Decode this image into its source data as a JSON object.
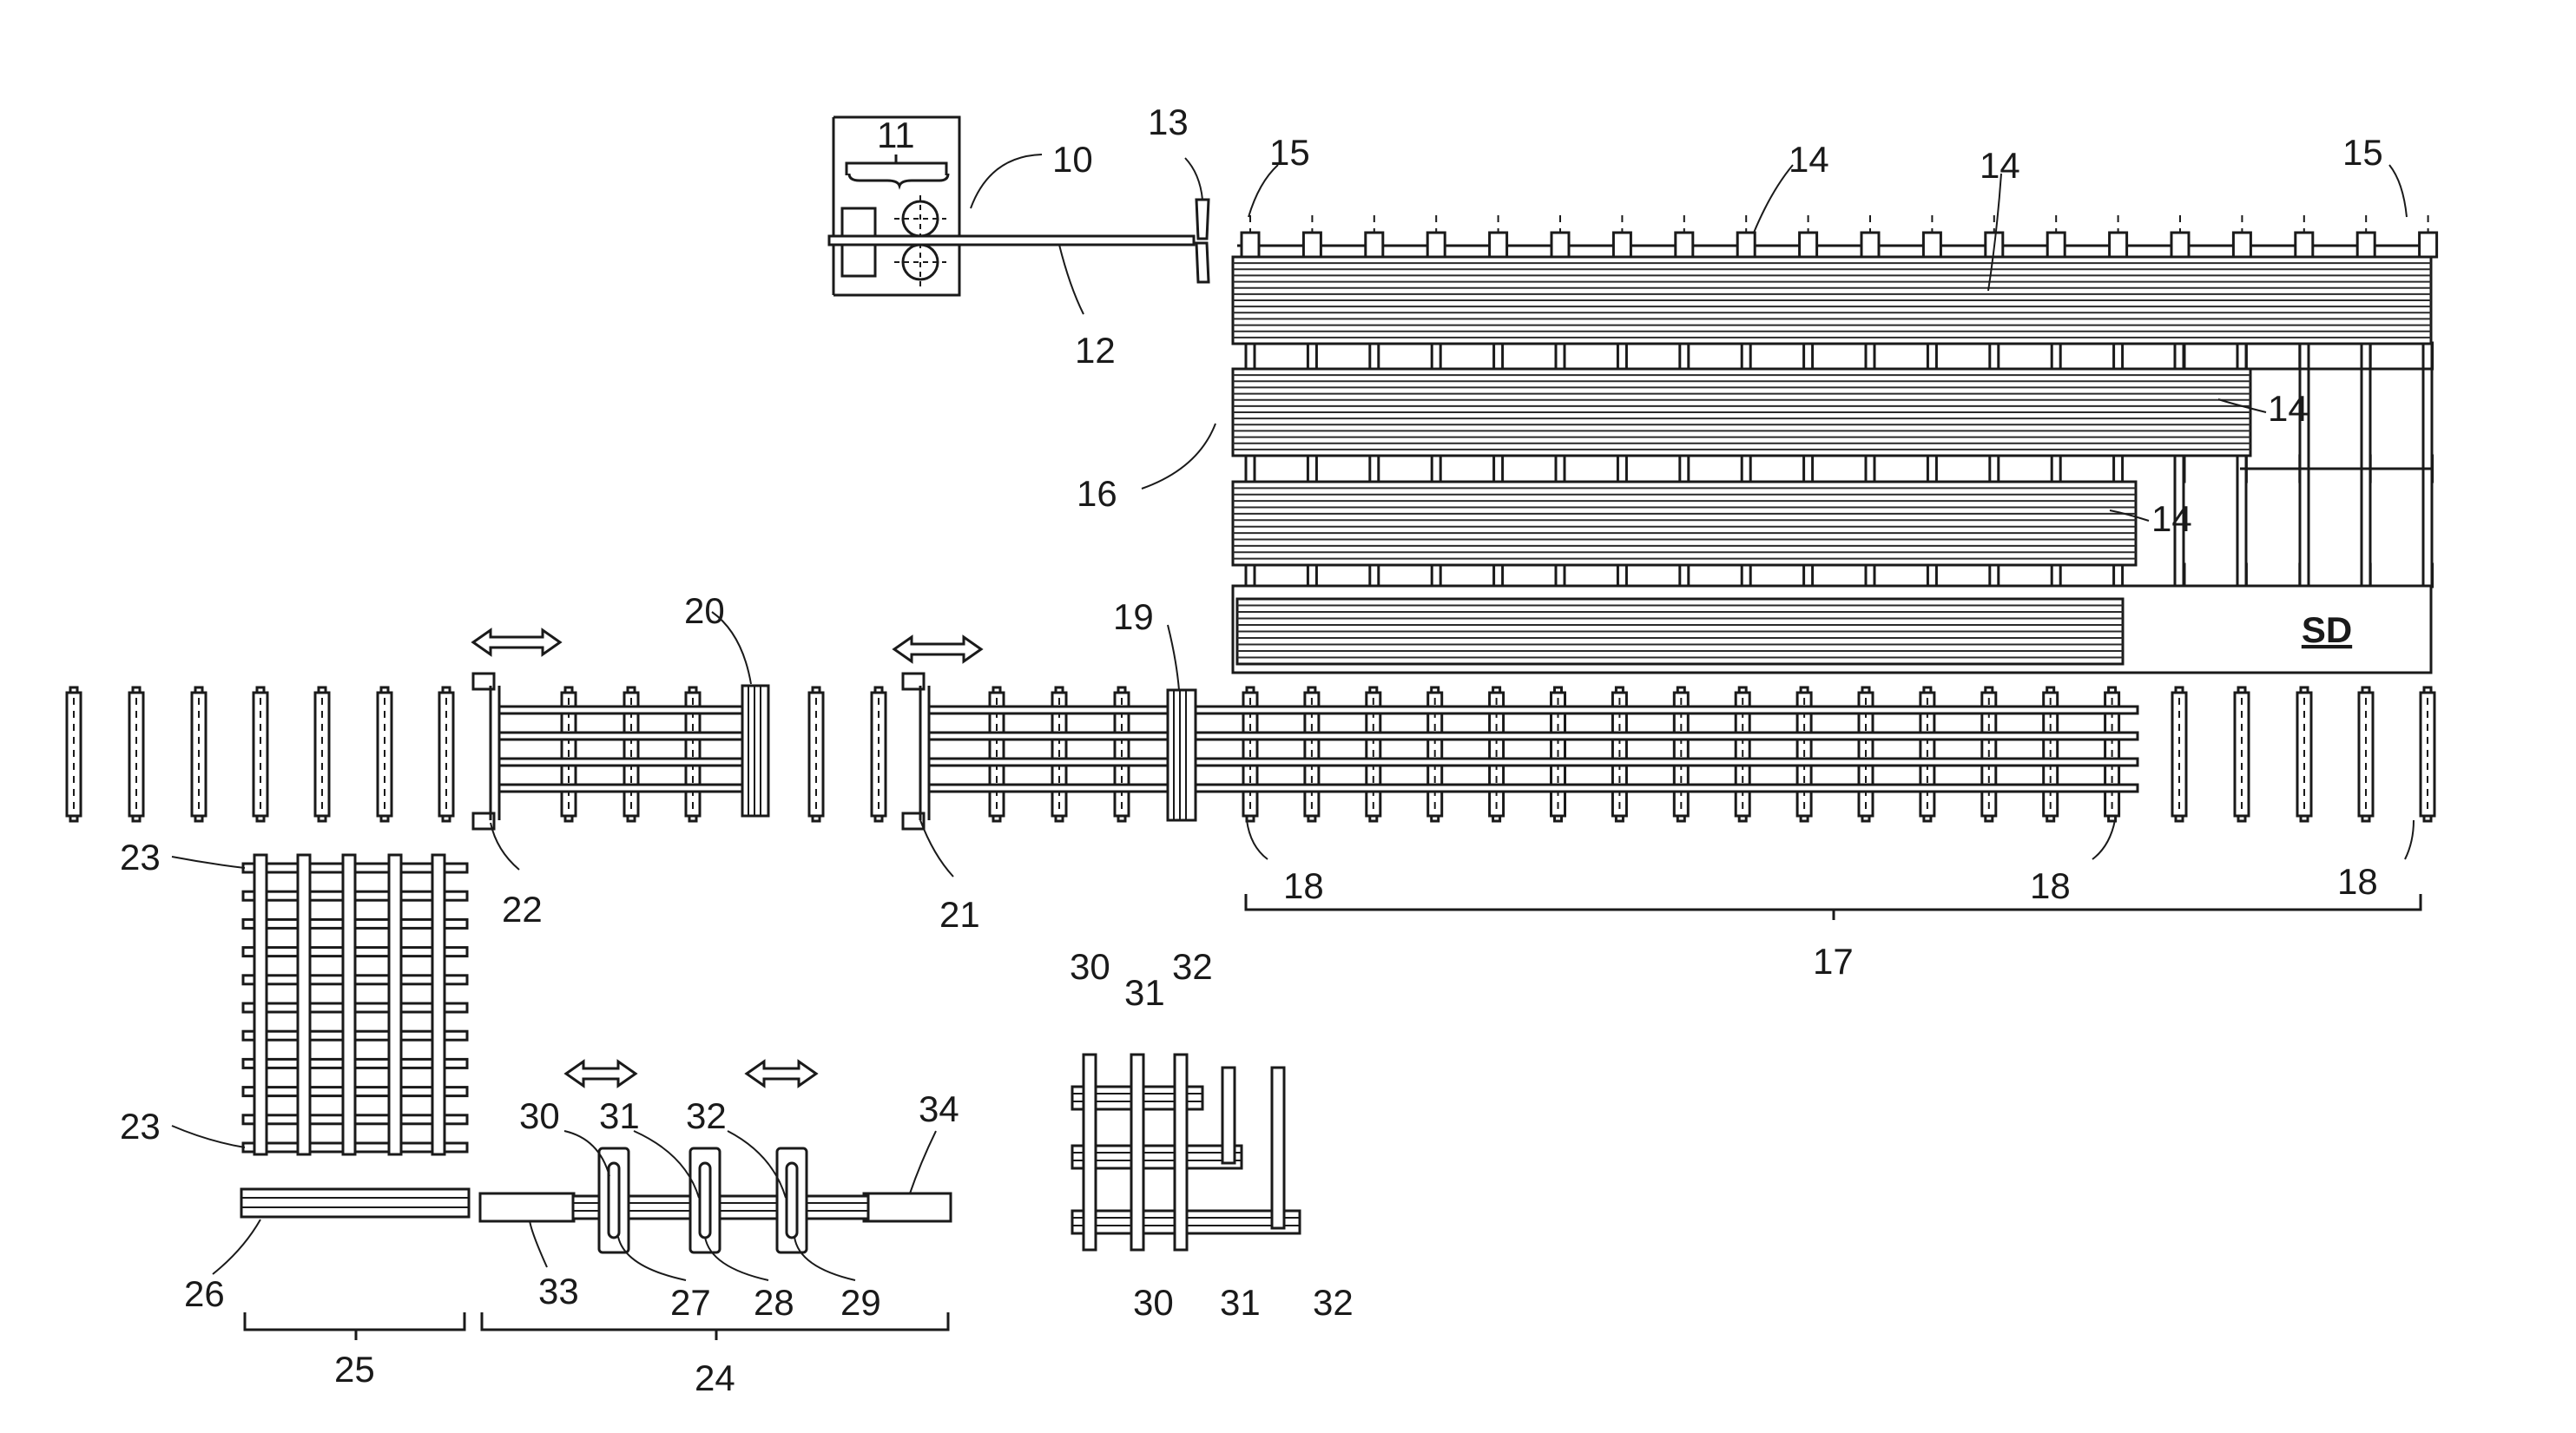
{
  "labels": {
    "l10": "10",
    "l11": "11",
    "l12": "12",
    "l13": "13",
    "l14a": "14",
    "l14b": "14",
    "l14c": "14",
    "l14d": "14",
    "l15a": "15",
    "l15b": "15",
    "l16": "16",
    "l17": "17",
    "l18a": "18",
    "l18b": "18",
    "l18c": "18",
    "l19": "19",
    "l20": "20",
    "l21": "21",
    "l22": "22",
    "l23a": "23",
    "l23b": "23",
    "l24": "24",
    "l25": "25",
    "l26": "26",
    "l27": "27",
    "l28": "28",
    "l29": "29",
    "l30a": "30",
    "l31a": "31",
    "l32a": "32",
    "l30b": "30",
    "l31b": "31",
    "l32b": "32",
    "l30c": "30",
    "l31c": "31",
    "l32c": "32",
    "l33": "33",
    "l34": "34",
    "sd": "SD"
  }
}
